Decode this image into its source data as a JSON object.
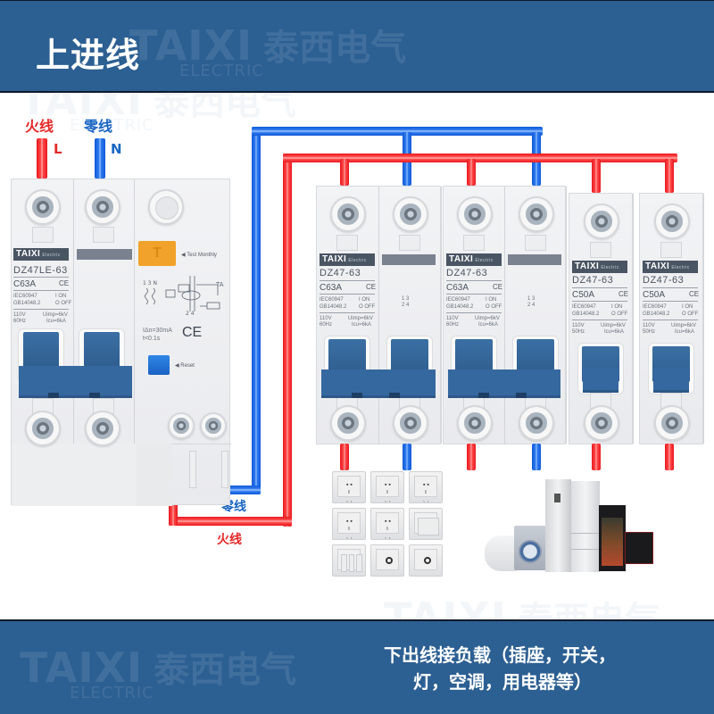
{
  "header": {
    "title": "上进线",
    "watermark_brand": "TAIXI",
    "watermark_cn": "泰西电气",
    "watermark_sub": "ELECTRIC"
  },
  "wires": {
    "live_label": "火线",
    "live_letter": "L",
    "neutral_label": "零线",
    "neutral_letter": "N",
    "bottom_neutral_label": "零线",
    "bottom_live_label": "火线",
    "colors": {
      "live": "#e8181e",
      "neutral": "#1f6ee8"
    }
  },
  "rcbo": {
    "brand": "TAIXI",
    "brand_sub": "Electric",
    "model": "DZ47LE-63",
    "rating": "C63A",
    "ce": "CE",
    "std1": "IEC60947",
    "std2": "GB14048.2",
    "on_label": "I ON",
    "off_label": "O OFF",
    "voltage": "110V",
    "freq": "60Hz",
    "uimp": "Uimp=6kV",
    "icu": "Icu=6kA",
    "test_button": "T",
    "test_label": "Test Monthly",
    "idn": "IΔn=30mA",
    "time": "t<0.1s",
    "reset_label": "Reset",
    "ta_label": "TA",
    "terminal_label": "2 4"
  },
  "breakers": [
    {
      "brand": "TAIXI",
      "brand_sub": "Electric",
      "model": "DZ47-63",
      "rating": "C63A",
      "ce": "CE",
      "std1": "IEC60947",
      "std2": "GB14048.2",
      "on_label": "I ON",
      "off_label": "O OFF",
      "voltage": "110V",
      "freq": "60Hz",
      "uimp": "Uimp=6kV",
      "icu": "Icu=6kA",
      "poles": 2
    },
    {
      "brand": "TAIXI",
      "brand_sub": "Electric",
      "model": "DZ47-63",
      "rating": "C63A",
      "ce": "CE",
      "std1": "IEC60947",
      "std2": "GB14048.2",
      "on_label": "I ON",
      "off_label": "O OFF",
      "voltage": "110V",
      "freq": "60Hz",
      "uimp": "Uimp=6kV",
      "icu": "Icu=6kA",
      "poles": 2
    },
    {
      "brand": "TAIXI",
      "brand_sub": "Electric",
      "model": "DZ47-63",
      "rating": "C50A",
      "ce": "CE",
      "std1": "IEC60947",
      "std2": "GB14048.2",
      "on_label": "I ON",
      "off_label": "O OFF",
      "voltage": "110V",
      "freq": "50Hz",
      "uimp": "Uimp=6kV",
      "icu": "Icu=6kA",
      "poles": 1
    },
    {
      "brand": "TAIXI",
      "brand_sub": "Electric",
      "model": "DZ47-63",
      "rating": "C50A",
      "ce": "CE",
      "std1": "IEC60947",
      "std2": "GB14048.2",
      "on_label": "I ON",
      "off_label": "O OFF",
      "voltage": "110V",
      "freq": "50Hz",
      "uimp": "Uimp=6kV",
      "icu": "Icu=6kA",
      "poles": 1
    }
  ],
  "loads": {
    "sockets": [
      "socket-5hole",
      "socket-5hole-usb",
      "socket-3hole-vertical",
      "socket-3hole",
      "socket-switched",
      "switch-single",
      "switch-triple",
      "socket-tv",
      "socket-phone"
    ],
    "appliances": [
      "water-heater",
      "washing-machine",
      "refrigerator-tall",
      "refrigerator-3door",
      "wine-cooler",
      "television"
    ]
  },
  "footer": {
    "line1": "下出线接负载（插座，开关，",
    "line2": "灯，空调，用电器等）",
    "watermark_brand": "TAIXI",
    "watermark_cn": "泰西电气",
    "watermark_sub": "ELECTRIC"
  }
}
